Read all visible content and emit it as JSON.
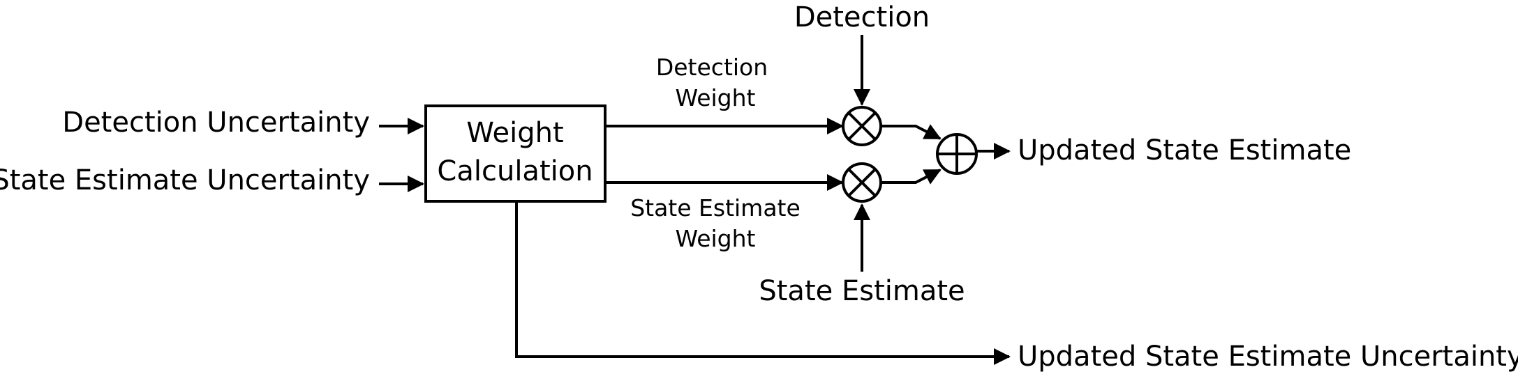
{
  "diagram": {
    "inputs": {
      "detection_uncertainty": "Detection Uncertainty",
      "state_estimate_uncertainty": "State Estimate Uncertainty",
      "detection": "Detection",
      "state_estimate": "State Estimate"
    },
    "block": {
      "line1": "Weight",
      "line2": "Calculation"
    },
    "weights": {
      "detection_weight_line1": "Detection",
      "detection_weight_line2": "Weight",
      "state_weight_line1": "State Estimate",
      "state_weight_line2": "Weight"
    },
    "outputs": {
      "updated_state_estimate": "Updated State Estimate",
      "updated_state_estimate_uncertainty": "Updated State Estimate Uncertainty"
    }
  }
}
